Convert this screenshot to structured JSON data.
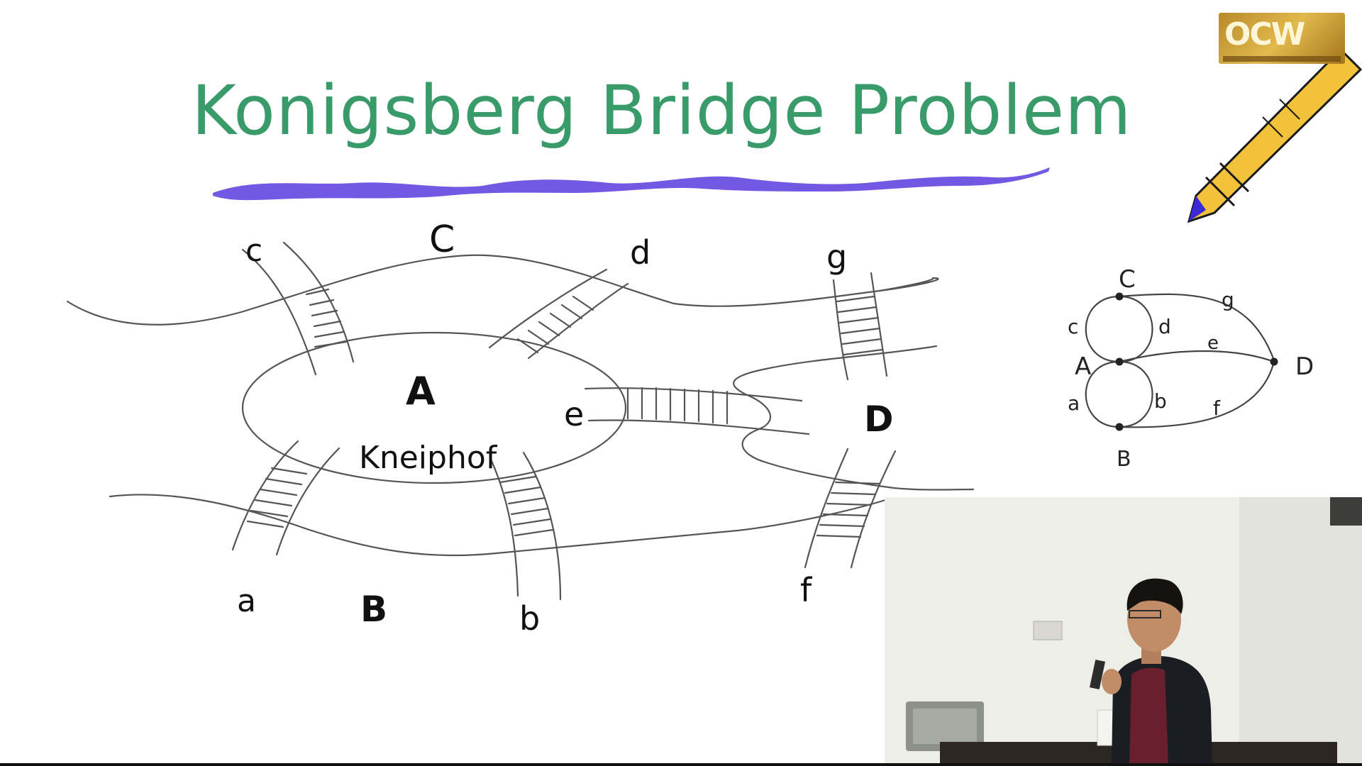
{
  "slide": {
    "title": "Konigsberg Bridge Problem"
  },
  "map": {
    "island_A": "A",
    "island_name": "Kneiphof",
    "bank_C": "C",
    "bank_B": "B",
    "land_D": "D",
    "bridges": {
      "a": "a",
      "b": "b",
      "c": "c",
      "d": "d",
      "e": "e",
      "f": "f",
      "g": "g"
    }
  },
  "graph": {
    "nodes": {
      "A": "A",
      "B": "B",
      "C": "C",
      "D": "D"
    },
    "edges": {
      "a": "a",
      "b": "b",
      "c": "c",
      "d": "d",
      "e": "e",
      "f": "f",
      "g": "g"
    }
  },
  "colors": {
    "title": "#3a9b6a",
    "underline": "#6a4fe0",
    "ink": "#555555"
  },
  "icons": {
    "logo": "ocw-logo",
    "pen": "fountain-pen-icon"
  }
}
